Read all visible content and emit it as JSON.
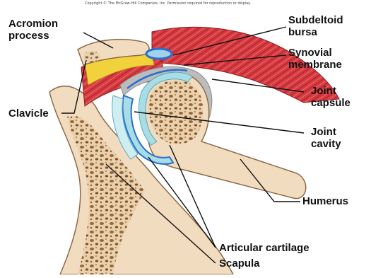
{
  "copyright": "Copyright © The McGraw-Hill Companies, Inc. Permission required for reproduction or display.",
  "labels": {
    "acromion": "Acromion\nprocess",
    "clavicle": "Clavicle",
    "subdeltoid": "Subdeltoid\nbursa",
    "synovial": "Synovial\nmembrane",
    "capsule": "Joint\ncapsule",
    "cavity": "Joint\ncavity",
    "humerus": "Humerus",
    "cartilage": "Articular cartilage",
    "scapula": "Scapula"
  },
  "colors": {
    "bone": "#f2dcc0",
    "spongy_bone": "#d8b58c",
    "muscle": "#d9343b",
    "fat": "#f2d23a",
    "cartilage": "#a9dde6",
    "capsule": "#bcbcbc",
    "bursa": "#2a6fd0"
  }
}
